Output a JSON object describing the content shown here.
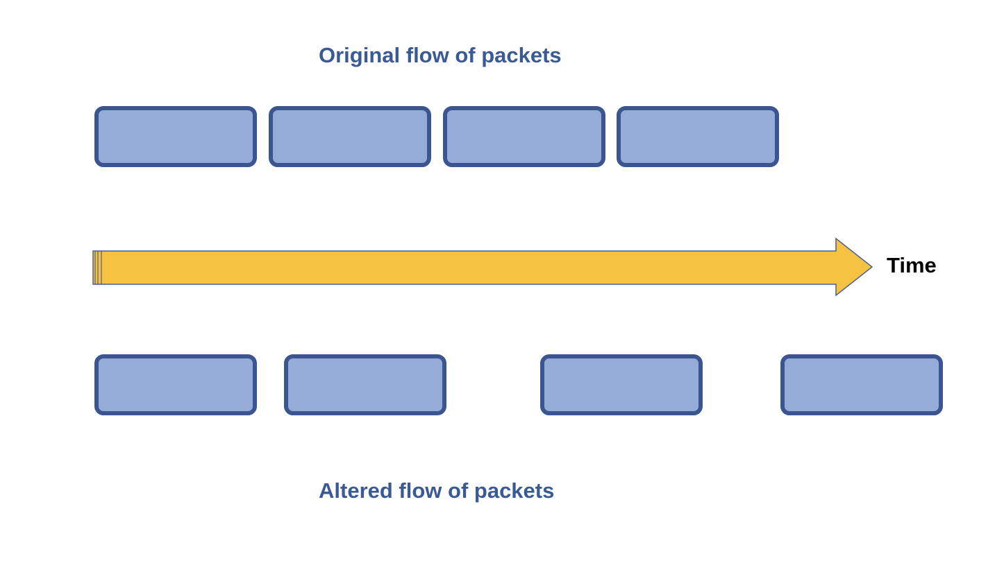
{
  "titles": {
    "original": "Original flow of packets",
    "altered": "Altered flow of packets"
  },
  "axis": {
    "label": "Time"
  },
  "flows": {
    "original_packet_count": 4,
    "altered_packet_count": 4
  },
  "colors": {
    "title_text": "#3a5a96",
    "packet_fill": "#95acd9",
    "packet_border": "#3a5590",
    "arrow_fill": "#f5c242",
    "arrow_stroke": "#4a5f8f",
    "axis_label": "#000000"
  }
}
